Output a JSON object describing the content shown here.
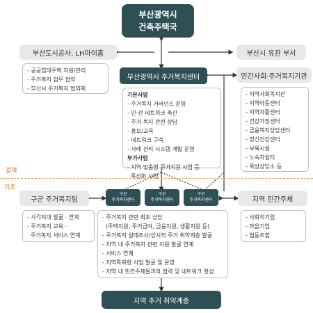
{
  "top": {
    "line1": "부산광역시",
    "line2": "건축주택국"
  },
  "left_top": "부산도시공사, LH마이홈",
  "right_top": "부산시 유관 부서",
  "center": "부산광역시 주거복지센터",
  "right_mid": "민간사회·주거복지기관",
  "left_list": [
    "- 공공임대주택 지원/관리",
    "- 주거복지 업무 협약",
    "- 부산시 주거복지 협의체"
  ],
  "center_list": {
    "basic_title": "기본사업",
    "basic": [
      "- 주거복지 거버넌스 운영",
      "- 민·관 네트워크 촉진",
      "- 주거 복지 관련 상담",
      "- 홍보/교육",
      "- 네트워크 구축",
      "- 사례 관리 시스템 개발 운영"
    ],
    "extra_title": "부가사업",
    "extra": [
      "- 지역 맞춤형 주거지원 사업 등",
      "  특성화 사업"
    ]
  },
  "right_list": [
    "- 지역사회복지관",
    "- 지역아동센터",
    "- 지역자활센터",
    "- 건강가정센터",
    "- 금융복지상담센터",
    "- 정신건강센터",
    "- 보육시설",
    "- 노숙자쉼터",
    "- 쪽방상담소 등"
  ],
  "tags": {
    "wide": "광역",
    "base": "기초"
  },
  "gu_team": "구군 주거복지팀",
  "gu_center": "구군\n주거복지센터",
  "local_private": "지역 민간주체",
  "gu_list": [
    "- 사각지대 발굴 · 연계",
    "- 주거복지 교육 ·",
    "  주거복지 서비스 연계"
  ],
  "local_list": [
    "- 사회적기업",
    "- 마을기업",
    "- 협동조합"
  ],
  "bottom_list": [
    "- 주거복지 관련 최초 상담",
    "  (주택지원, 주거급여, 금융지원, 생활지원 등)",
    "- 주거복지 실태조사/상시적 주거 취약계층 발굴",
    "- 지역 내 주거복지 관련 자원 발굴 연계",
    "- 서비스 연계",
    "- 지역특화형 사업 발굴 및 운영",
    "- 지역 내 민간주체들과의 협력 및 네트워크 형성"
  ],
  "bottom": "지역 주거 취약계층"
}
